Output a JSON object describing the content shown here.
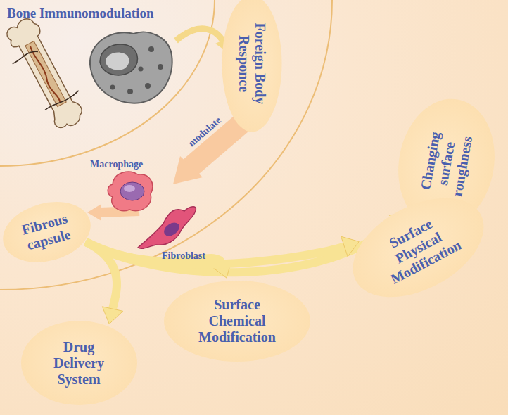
{
  "diagram": {
    "title": "Bone Immunomodulation",
    "nodes": [
      {
        "text": [
          "Foreign Body Responce"
        ]
      },
      {
        "text": [
          "Fibrous capsule"
        ]
      },
      {
        "text": [
          "Changing surface roughness"
        ]
      },
      {
        "text": [
          "Drug Delivery System"
        ]
      },
      {
        "text": [
          "Surface Chemical Modification"
        ]
      },
      {
        "text": [
          "Surface Physical Modification"
        ]
      }
    ],
    "edges": [
      {
        "from": 1,
        "to": 2,
        "arrow": "to"
      },
      {
        "from": 1,
        "to": 3,
        "arrow": "to"
      },
      {
        "from": 1,
        "to": 4,
        "arrow": "to"
      },
      {
        "from": 1,
        "to": 5,
        "arrow": "to"
      }
    ],
    "labels": [
      "modulate",
      "Macrophage",
      "Fibroblast"
    ]
  }
}
